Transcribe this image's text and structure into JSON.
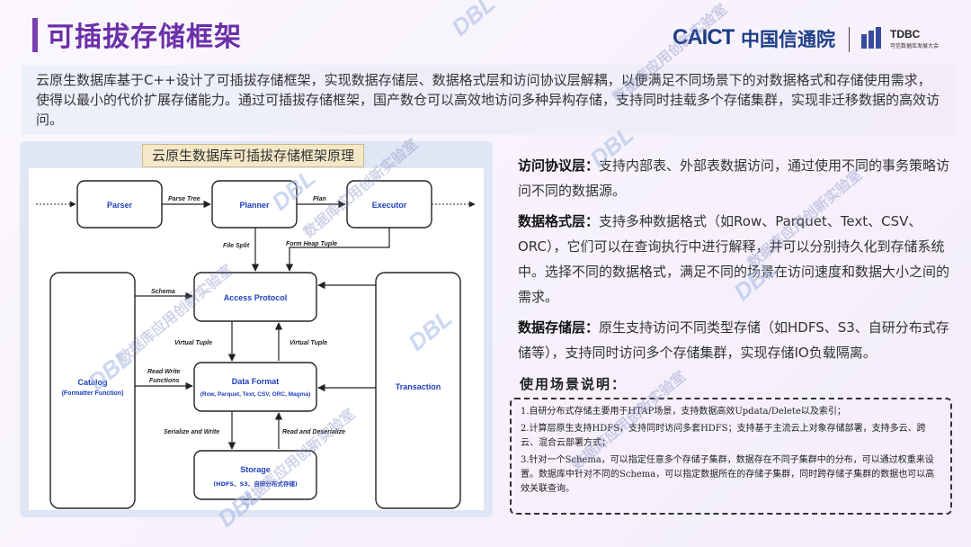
{
  "header": {
    "title": "可插拔存储框架",
    "logo_caict": "CAICT",
    "logo_cn": "中国信通院",
    "logo_tdbc": "TDBC",
    "logo_tdbc_sub": "可信数据库发展大会"
  },
  "intro": {
    "text": "云原生数据库基于C++设计了可插拔存储框架，实现数据存储层、数据格式层和访问协议层解耦，以便满足不同场景下的对数据格式和存储使用需求，使得以最小的代价扩展存储能力。通过可插拔存储框架，国产数仓可以高效地访问多种异构存储，支持同时挂载多个存储集群，实现非迁移数据的高效访问。"
  },
  "diagram": {
    "title": "云原生数据库可插拔存储框架原理",
    "nodes": {
      "parser": "Parser",
      "planner": "Planner",
      "executor": "Executor",
      "access_protocol": "Access Protocol",
      "catalog": "Catalog",
      "catalog_sub": "(Formatter Function)",
      "data_format": "Data Format",
      "data_format_sub": "(Row, Parquet, Text, CSV, ORC, Magma)",
      "transaction": "Transaction",
      "storage": "Storage",
      "storage_sub": "(HDFS、S3、自研分布式存储)"
    },
    "edges": {
      "parse_tree": "Parse Tree",
      "plan": "Plan",
      "file_split": "File Split",
      "form_heap_tuple": "Form Heap Tuple",
      "schema": "Schema",
      "virtual_tuple_left": "Virtual Tuple",
      "virtual_tuple_right": "Virtual Tuple",
      "read_write_functions_1": "Read Write",
      "read_write_functions_2": "Functions",
      "serialize_write": "Serialize and Write",
      "read_deserialize": "Read and Deserialize"
    }
  },
  "layers": [
    {
      "name": "访问协议层：",
      "text": "支持内部表、外部表数据访问，通过使用不同的事务策略访问不同的数据源。"
    },
    {
      "name": "数据格式层：",
      "text": "支持多种数据格式（如Row、Parquet、Text、CSV、ORC），它们可以在查询执行中进行解释，并可以分别持久化到存储系统中。选择不同的数据格式，满足不同的场景在访问速度和数据大小之间的需求。"
    },
    {
      "name": "数据存储层：",
      "text": "原生支持访问不同类型存储（如HDFS、S3、自研分布式存储等），支持同时访问多个存储集群，实现存储IO负载隔离。"
    }
  ],
  "usage": {
    "title": "使用场景说明：",
    "items": [
      "1.自研分布式存储主要用于HTAP场景，支持数据高效Updata/Delete以及索引；",
      "2.计算层原生支持HDFS，支持同时访问多套HDFS；支持基于主流云上对象存储部署，支持多云、跨云、混合云部署方式；",
      "3.针对一个Schema，可以指定任意多个存储子集群，数据存在不同子集群中的分布，可以通过权重来设置。数据库中针对不同的Schema，可以指定数据所在的存储子集群，同时跨存储子集群的数据也可以高效关联查询。"
    ]
  },
  "watermark": {
    "logo": "DBL",
    "text": "数据库应用创新实验室"
  },
  "colors": {
    "title": "#6b2fa8",
    "node_text": "#1f3fbf",
    "box_stroke": "#222222"
  }
}
